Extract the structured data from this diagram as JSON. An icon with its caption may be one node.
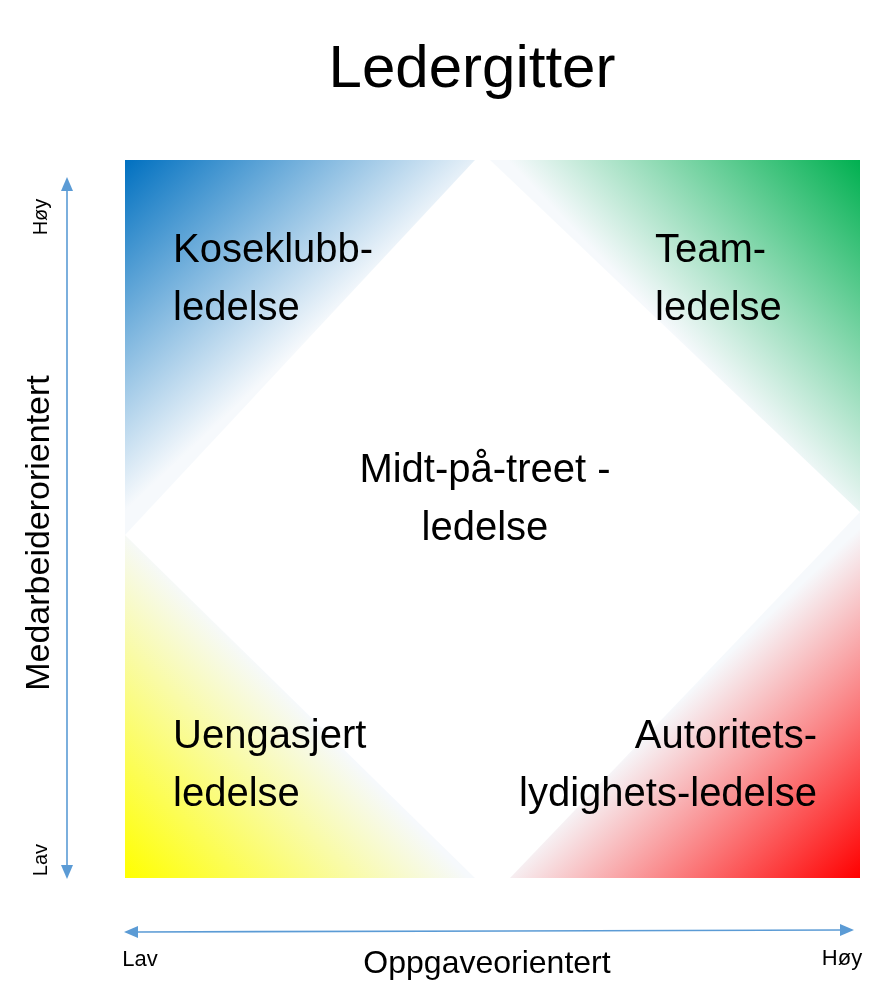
{
  "diagram": {
    "title": "Ledergitter",
    "nodes": [
      {
        "text": [
          "Koseklubb- ledelse"
        ]
      },
      {
        "text": [
          "Team- ledelse"
        ]
      },
      {
        "text": [
          "Uengasjert ledelse"
        ]
      },
      {
        "text": [
          "Autoritets- lydighets-ledelse"
        ]
      }
    ],
    "labels": [
      "Høy",
      "Midt-på-treet - ledelse",
      "Medarbeiderorientert",
      "Lav",
      "Lav",
      "Oppgaveorientert",
      "Høy"
    ]
  }
}
